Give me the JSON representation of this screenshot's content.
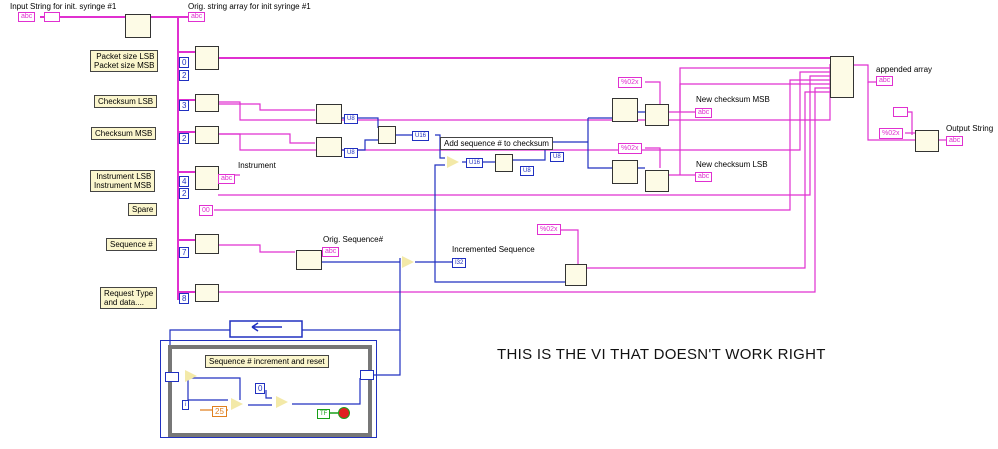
{
  "top_labels": {
    "input_string": "Input String for init. syringe #1",
    "orig_string_array": "Orig. string array for init syringe #1"
  },
  "controls": [
    {
      "text": "Packet size LSB\nPacket size MSB"
    },
    {
      "text": "Checksum LSB"
    },
    {
      "text": "Checksum MSB"
    },
    {
      "text": "Instrument LSB\nInstrument MSB"
    },
    {
      "text": "Spare"
    },
    {
      "text": "Sequence #"
    },
    {
      "text": "Request Type\nand data...."
    }
  ],
  "constants": {
    "packet_idx0": "0",
    "packet_idx1": "2",
    "checksum_lsb_idx": "3",
    "checksum_msb_idx": "2",
    "instrument_idx0": "4",
    "instrument_idx1": "2",
    "spare_value": "00",
    "sequence_idx": "7",
    "request_idx": "8",
    "loop_limit": "25",
    "loop_reset": "0",
    "format_string": "%02x"
  },
  "labels": {
    "instrument": "Instrument",
    "orig_sequence": "Orig. Sequence#",
    "incremented_sequence": "Incremented Sequence",
    "add_sequence": "Add sequence # to checksum",
    "new_checksum_msb": "New checksum MSB",
    "new_checksum_lsb": "New checksum LSB",
    "appended_array": "appended array",
    "output_string": "Output String",
    "loop_title": "Sequence # increment and reset",
    "abc": "abc",
    "u8": "U8",
    "u16": "U16",
    "i32": "I32",
    "tf": "TF",
    "i": "i"
  },
  "annotation": "THIS IS THE VI THAT DOESN'T WORK RIGHT"
}
